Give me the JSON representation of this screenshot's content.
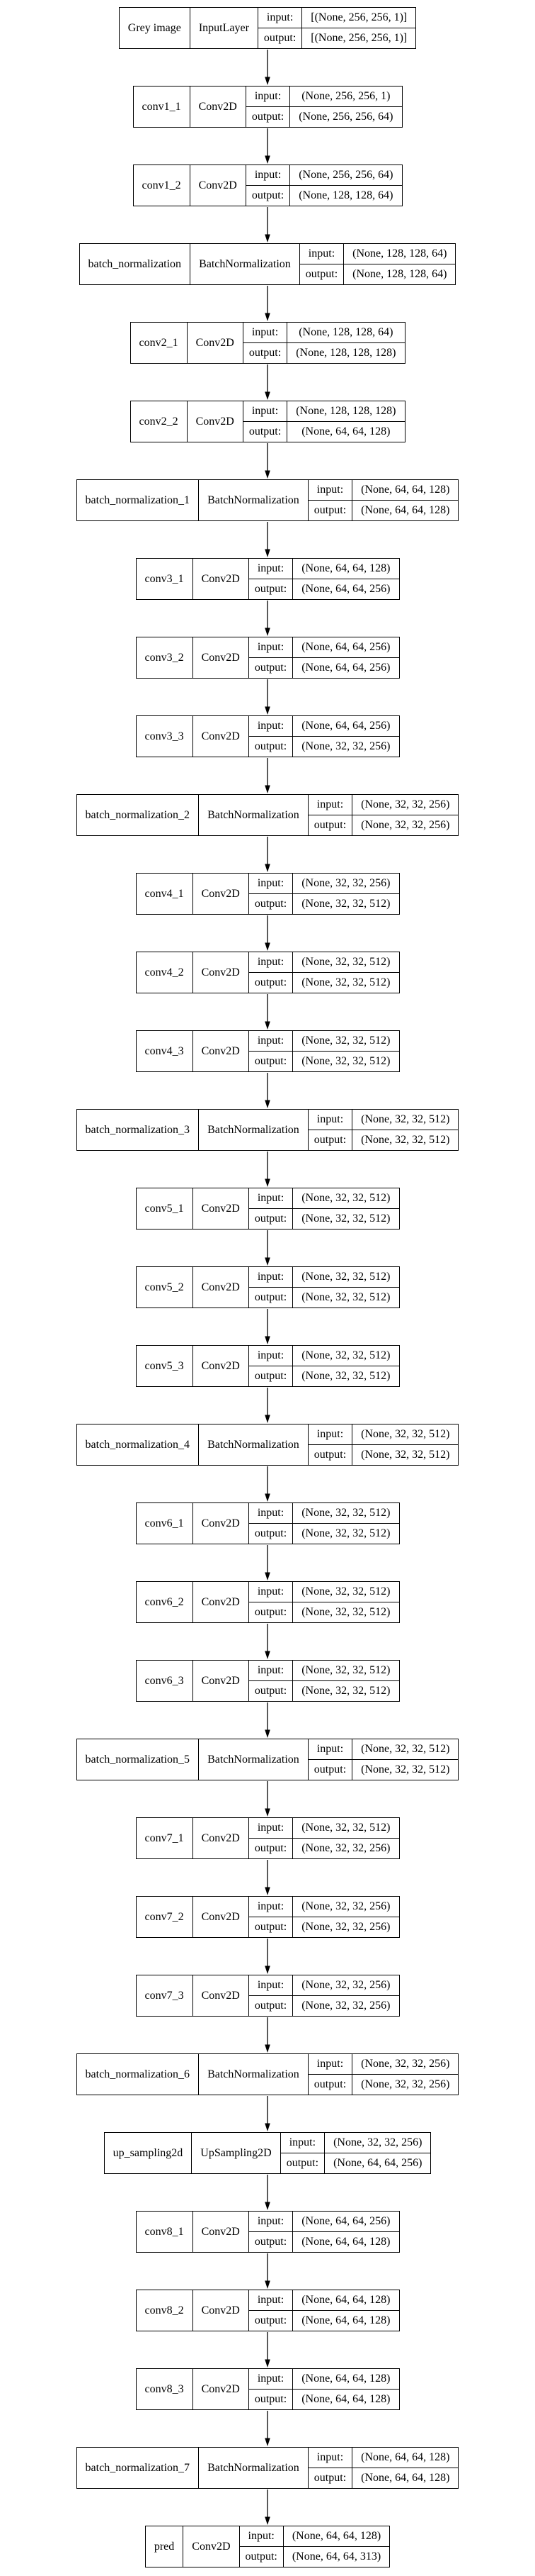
{
  "colors": {
    "background": "#ffffff",
    "border": "#000000",
    "text": "#000000",
    "arrow": "#000000"
  },
  "labels": {
    "input": "input:",
    "output": "output:"
  },
  "nodes": [
    {
      "name": "Grey image",
      "type": "InputLayer",
      "input": "[(None, 256, 256, 1)]",
      "output": "[(None, 256, 256, 1)]"
    },
    {
      "name": "conv1_1",
      "type": "Conv2D",
      "input": "(None, 256, 256, 1)",
      "output": "(None, 256, 256, 64)"
    },
    {
      "name": "conv1_2",
      "type": "Conv2D",
      "input": "(None, 256, 256, 64)",
      "output": "(None, 128, 128, 64)"
    },
    {
      "name": "batch_normalization",
      "type": "BatchNormalization",
      "input": "(None, 128, 128, 64)",
      "output": "(None, 128, 128, 64)"
    },
    {
      "name": "conv2_1",
      "type": "Conv2D",
      "input": "(None, 128, 128, 64)",
      "output": "(None, 128, 128, 128)"
    },
    {
      "name": "conv2_2",
      "type": "Conv2D",
      "input": "(None, 128, 128, 128)",
      "output": "(None, 64, 64, 128)"
    },
    {
      "name": "batch_normalization_1",
      "type": "BatchNormalization",
      "input": "(None, 64, 64, 128)",
      "output": "(None, 64, 64, 128)"
    },
    {
      "name": "conv3_1",
      "type": "Conv2D",
      "input": "(None, 64, 64, 128)",
      "output": "(None, 64, 64, 256)"
    },
    {
      "name": "conv3_2",
      "type": "Conv2D",
      "input": "(None, 64, 64, 256)",
      "output": "(None, 64, 64, 256)"
    },
    {
      "name": "conv3_3",
      "type": "Conv2D",
      "input": "(None, 64, 64, 256)",
      "output": "(None, 32, 32, 256)"
    },
    {
      "name": "batch_normalization_2",
      "type": "BatchNormalization",
      "input": "(None, 32, 32, 256)",
      "output": "(None, 32, 32, 256)"
    },
    {
      "name": "conv4_1",
      "type": "Conv2D",
      "input": "(None, 32, 32, 256)",
      "output": "(None, 32, 32, 512)"
    },
    {
      "name": "conv4_2",
      "type": "Conv2D",
      "input": "(None, 32, 32, 512)",
      "output": "(None, 32, 32, 512)"
    },
    {
      "name": "conv4_3",
      "type": "Conv2D",
      "input": "(None, 32, 32, 512)",
      "output": "(None, 32, 32, 512)"
    },
    {
      "name": "batch_normalization_3",
      "type": "BatchNormalization",
      "input": "(None, 32, 32, 512)",
      "output": "(None, 32, 32, 512)"
    },
    {
      "name": "conv5_1",
      "type": "Conv2D",
      "input": "(None, 32, 32, 512)",
      "output": "(None, 32, 32, 512)"
    },
    {
      "name": "conv5_2",
      "type": "Conv2D",
      "input": "(None, 32, 32, 512)",
      "output": "(None, 32, 32, 512)"
    },
    {
      "name": "conv5_3",
      "type": "Conv2D",
      "input": "(None, 32, 32, 512)",
      "output": "(None, 32, 32, 512)"
    },
    {
      "name": "batch_normalization_4",
      "type": "BatchNormalization",
      "input": "(None, 32, 32, 512)",
      "output": "(None, 32, 32, 512)"
    },
    {
      "name": "conv6_1",
      "type": "Conv2D",
      "input": "(None, 32, 32, 512)",
      "output": "(None, 32, 32, 512)"
    },
    {
      "name": "conv6_2",
      "type": "Conv2D",
      "input": "(None, 32, 32, 512)",
      "output": "(None, 32, 32, 512)"
    },
    {
      "name": "conv6_3",
      "type": "Conv2D",
      "input": "(None, 32, 32, 512)",
      "output": "(None, 32, 32, 512)"
    },
    {
      "name": "batch_normalization_5",
      "type": "BatchNormalization",
      "input": "(None, 32, 32, 512)",
      "output": "(None, 32, 32, 512)"
    },
    {
      "name": "conv7_1",
      "type": "Conv2D",
      "input": "(None, 32, 32, 512)",
      "output": "(None, 32, 32, 256)"
    },
    {
      "name": "conv7_2",
      "type": "Conv2D",
      "input": "(None, 32, 32, 256)",
      "output": "(None, 32, 32, 256)"
    },
    {
      "name": "conv7_3",
      "type": "Conv2D",
      "input": "(None, 32, 32, 256)",
      "output": "(None, 32, 32, 256)"
    },
    {
      "name": "batch_normalization_6",
      "type": "BatchNormalization",
      "input": "(None, 32, 32, 256)",
      "output": "(None, 32, 32, 256)"
    },
    {
      "name": "up_sampling2d",
      "type": "UpSampling2D",
      "input": "(None, 32, 32, 256)",
      "output": "(None, 64, 64, 256)"
    },
    {
      "name": "conv8_1",
      "type": "Conv2D",
      "input": "(None, 64, 64, 256)",
      "output": "(None, 64, 64, 128)"
    },
    {
      "name": "conv8_2",
      "type": "Conv2D",
      "input": "(None, 64, 64, 128)",
      "output": "(None, 64, 64, 128)"
    },
    {
      "name": "conv8_3",
      "type": "Conv2D",
      "input": "(None, 64, 64, 128)",
      "output": "(None, 64, 64, 128)"
    },
    {
      "name": "batch_normalization_7",
      "type": "BatchNormalization",
      "input": "(None, 64, 64, 128)",
      "output": "(None, 64, 64, 128)"
    },
    {
      "name": "pred",
      "type": "Conv2D",
      "input": "(None, 64, 64, 128)",
      "output": "(None, 64, 64, 313)"
    }
  ]
}
